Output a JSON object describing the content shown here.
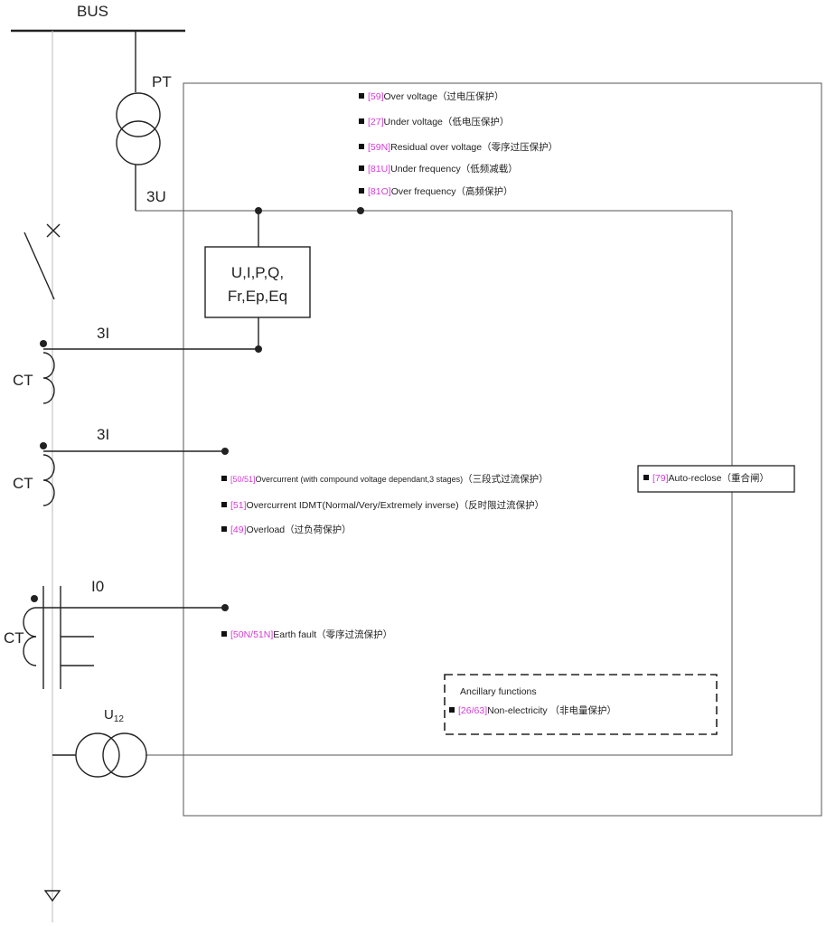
{
  "colors": {
    "code": "#d63ad6",
    "line": "#222222"
  },
  "labels": {
    "bus": "BUS",
    "pt": "PT",
    "three_u": "3U",
    "measure_line1": "U,I,P,Q,",
    "measure_line2": "Fr,Ep,Eq",
    "three_i_1": "3I",
    "three_i_2": "3I",
    "ct1": "CT",
    "ct2": "CT",
    "ct3": "CT",
    "i0": "I0",
    "u12_main": "U",
    "u12_sub": "12",
    "ancillary_title": "Ancillary functions"
  },
  "functions_voltage": [
    {
      "code": "[59]",
      "text": "Over voltage（过电压保护）"
    },
    {
      "code": "[27]",
      "text": "Under voltage（低电压保护）"
    },
    {
      "code": "[59N]",
      "text": "Residual over voltage（零序过压保护）"
    },
    {
      "code": "[81U]",
      "text": "Under frequency（低频减载）"
    },
    {
      "code": "[81O]",
      "text": "Over frequency（高频保护）"
    }
  ],
  "functions_current": [
    {
      "code": "[50/51]",
      "text": "Overcurrent (with compound voltage dependant,3 stages)",
      "cn": "（三段式过流保护）"
    },
    {
      "code": "[51]",
      "text": "Overcurrent IDMT(Normal/Very/Extremely inverse)（反时限过流保护）",
      "cn": ""
    },
    {
      "code": "[49]",
      "text": "Overload（过负荷保护）",
      "cn": ""
    }
  ],
  "function_earth": {
    "code": "[50N/51N]",
    "text": "Earth fault（零序过流保护）"
  },
  "function_reclose": {
    "code": "[79]",
    "text": "Auto-reclose（重合闸）"
  },
  "function_ancillary": {
    "code": "[26/63]",
    "text": "Non-electricity （非电量保护）"
  }
}
